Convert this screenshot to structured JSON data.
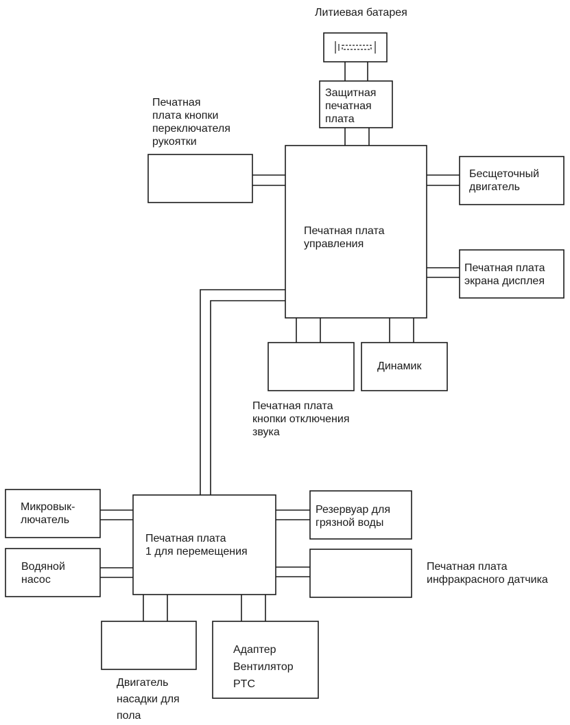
{
  "diagram": {
    "battery": "Литиевая батарея",
    "protect_board": "Защитная\nпечатная\nплата",
    "handle_switch_board": "Печатная\nплата кнопки\nпереключателя\nрукоятки",
    "control_board": "Печатная плата\nуправления",
    "brushless_motor": "Бесщеточный\nдвигатель",
    "display_board": "Печатная плата\nэкрана дисплея",
    "speaker": "Динамик",
    "mute_board": "Печатная плата\nкнопки отключения\nзвука",
    "microswitch": "Микровык-\nлючатель",
    "movement_board": "Печатная плата\n1 для перемещения",
    "dirty_tank": "Резервуар для\nгрязной воды",
    "water_pump": "Водяной\nнасос",
    "ir_board": "Печатная плата\nинфракрасного датчика",
    "floor_motor": "Двигатель\nнасадки для\nпола",
    "adapter": "Адаптер\nВентилятор\nPTC"
  }
}
